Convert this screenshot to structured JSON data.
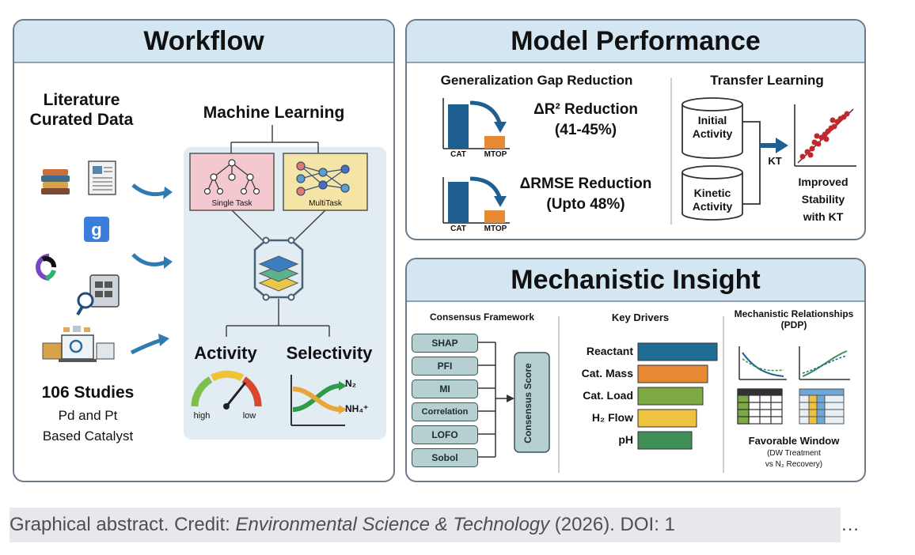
{
  "workflow": {
    "title": "Workflow",
    "data_source_heading": "Literature Curated Data",
    "ml_heading": "Machine Learning",
    "single_task_label": "Single Task",
    "multi_task_label": "MultiTask",
    "activity_label": "Activity",
    "selectivity_label": "Selectivity",
    "gauge_high": "high",
    "gauge_low": "low",
    "n2_label": "N₂",
    "nh4_label": "NH₄⁺",
    "studies_count": "106 Studies",
    "catalyst_line1": "Pd and Pt",
    "catalyst_line2": "Based Catalyst"
  },
  "model_performance": {
    "title": "Model Performance",
    "gap_heading": "Generalization Gap Reduction",
    "r2_line1": "ΔR² Reduction",
    "r2_line2": "(41-45%)",
    "rmse_line1": "ΔRMSE Reduction",
    "rmse_line2": "(Upto 48%)",
    "cat_label": "CAT",
    "mtop_label": "MTOP",
    "transfer_heading": "Transfer Learning",
    "initial_activity": "Initial Activity",
    "kinetic_activity": "Kinetic Activity",
    "kt_label": "KT",
    "improved_line1": "Improved",
    "improved_line2": "Stability",
    "improved_line3": "with KT"
  },
  "mechanistic_insight": {
    "title": "Mechanistic Insight",
    "consensus_heading": "Consensus Framework",
    "methods": [
      "SHAP",
      "PFI",
      "MI",
      "Correlation",
      "LOFO",
      "Sobol"
    ],
    "consensus_score": "Consensus Score",
    "key_drivers_heading": "Key Drivers",
    "drivers": [
      {
        "label": "Reactant",
        "value": 1.0,
        "color": "#1f6d94"
      },
      {
        "label": "Cat. Mass",
        "value": 0.88,
        "color": "#e88a34"
      },
      {
        "label": "Cat. Load",
        "value": 0.82,
        "color": "#7daa45"
      },
      {
        "label": "H₂ Flow",
        "value": 0.74,
        "color": "#edc33f"
      },
      {
        "label": "pH",
        "value": 0.68,
        "color": "#3f8f56"
      }
    ],
    "relationships_heading": "Mechanistic Relationships (PDP)",
    "favorable_window": "Favorable Window",
    "window_sub1": "(DW Treatment",
    "window_sub2": "vs N₂ Recovery)"
  },
  "caption": {
    "prefix": "Graphical abstract. Credit: ",
    "journal": "Environmental Science & Technology",
    "suffix": " (2026). DOI: 1",
    "ellipsis": "…"
  }
}
